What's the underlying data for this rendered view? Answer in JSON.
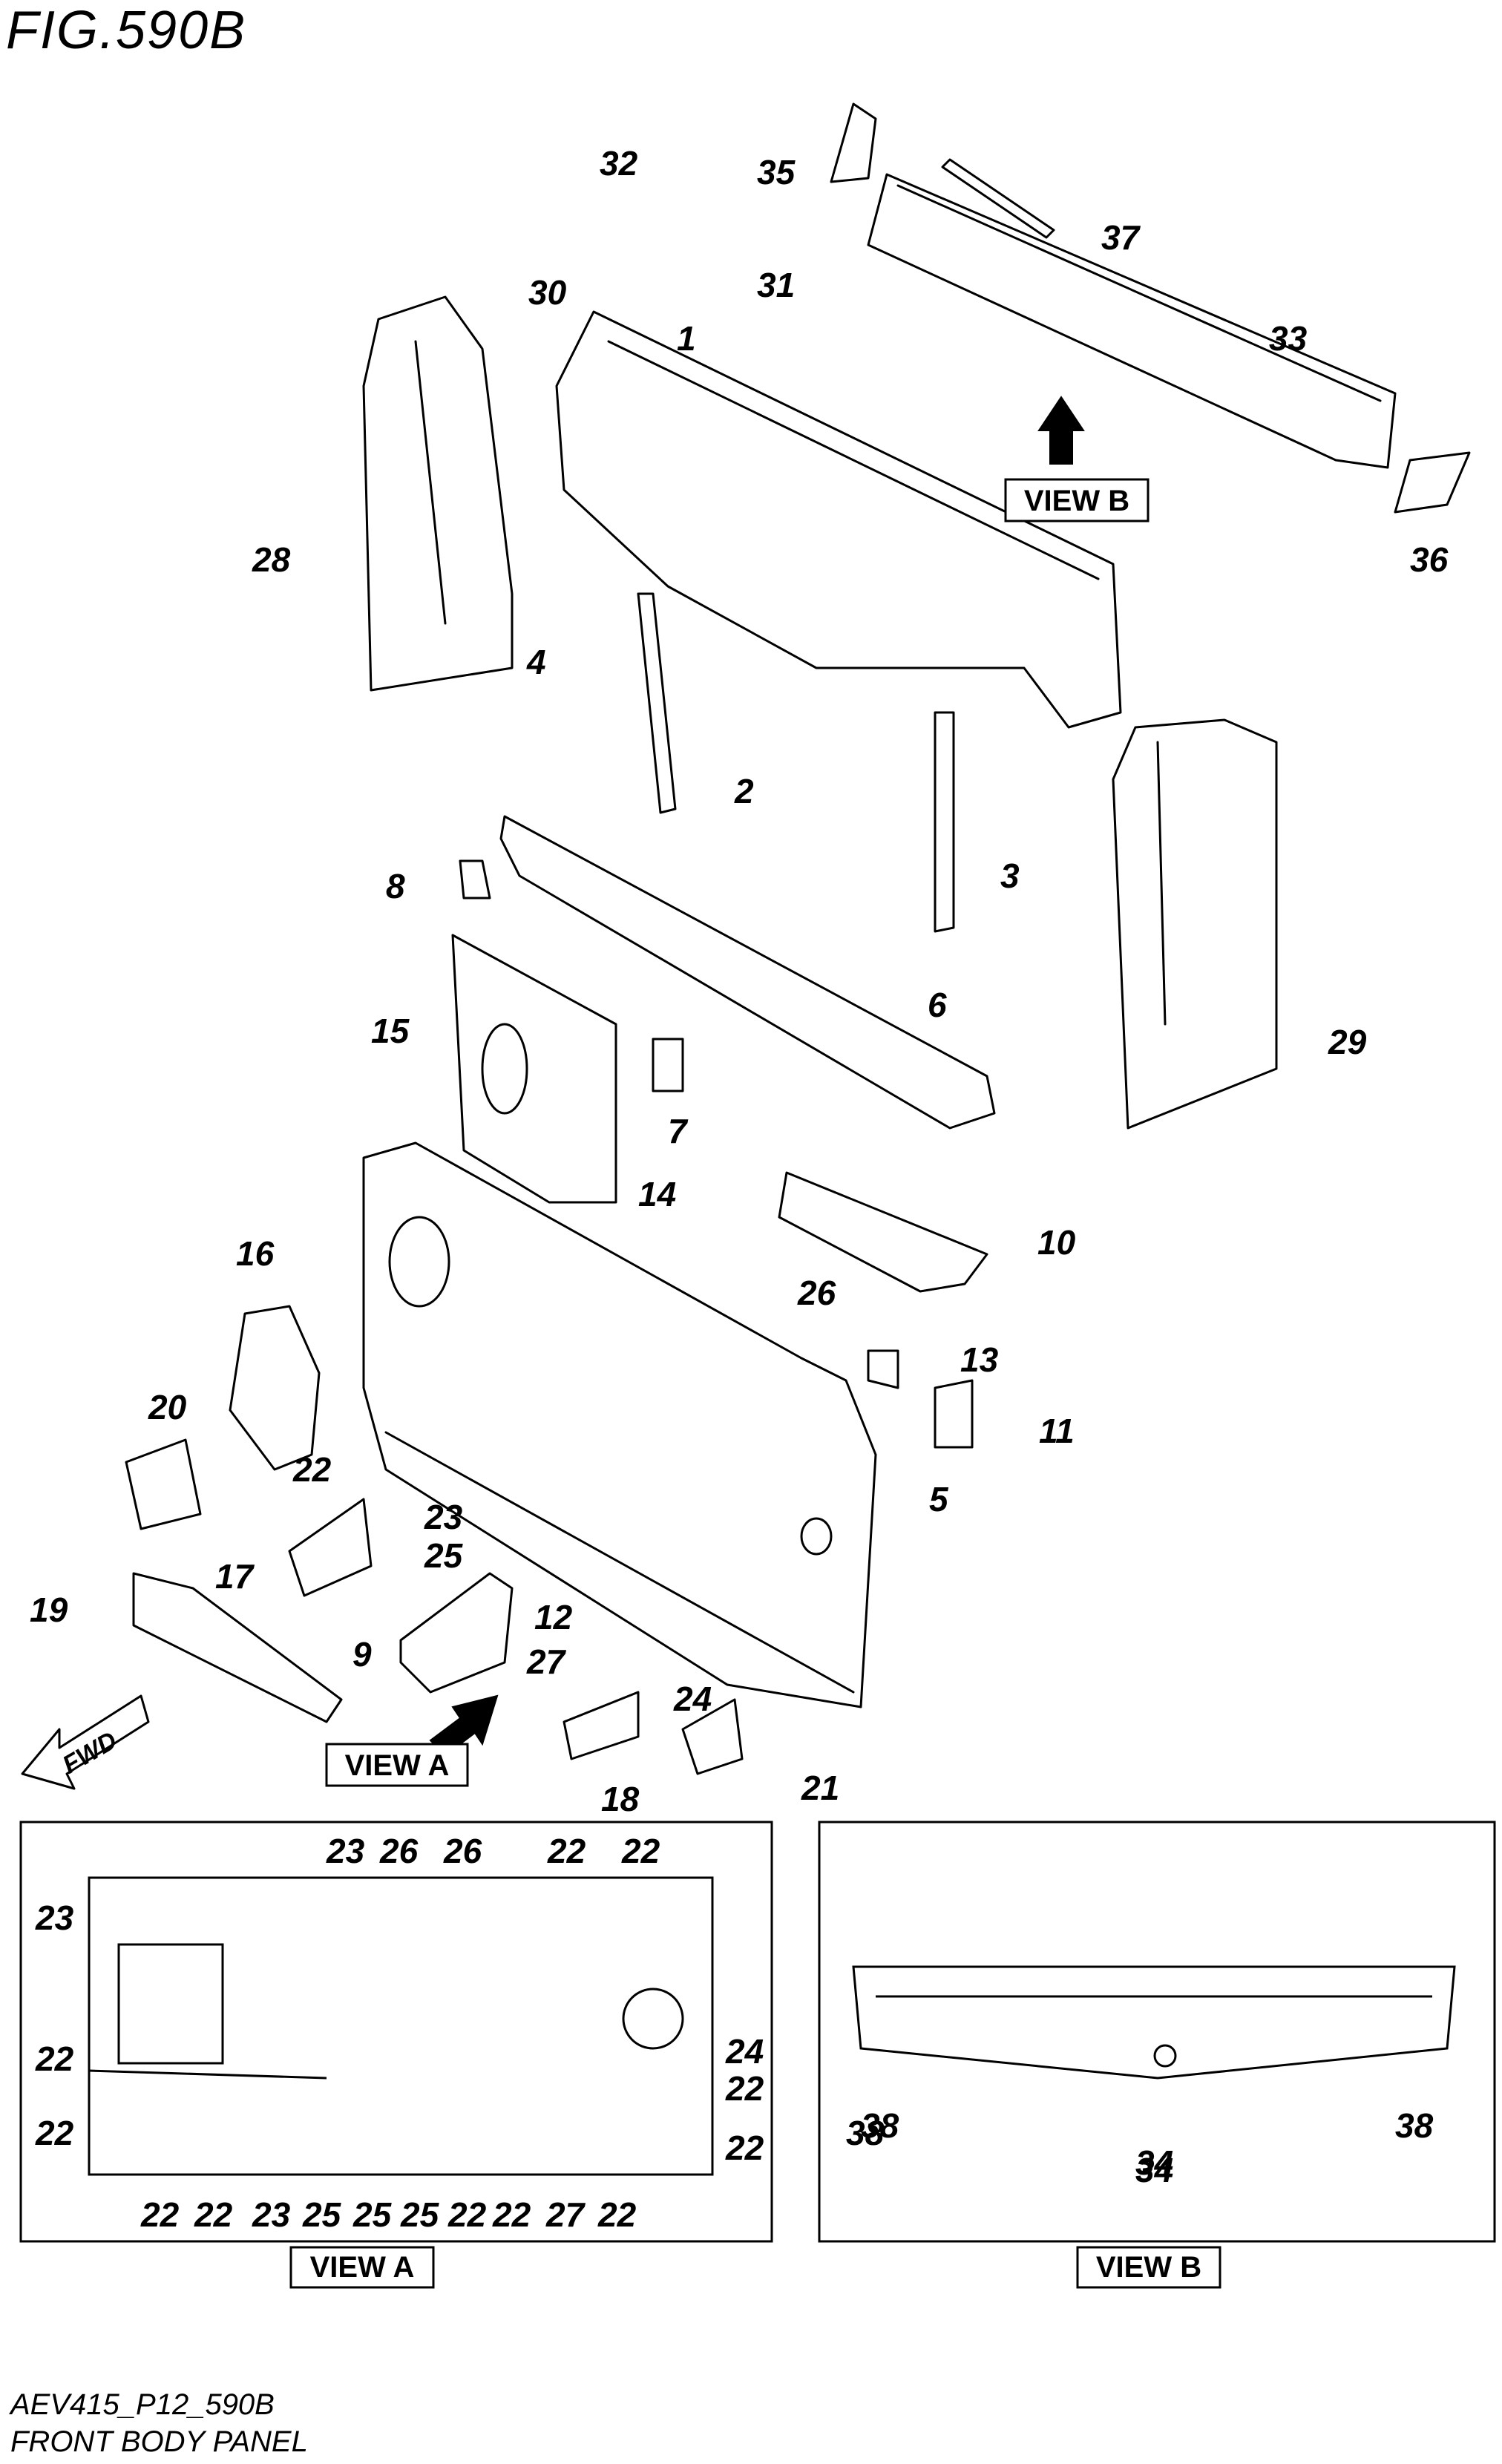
{
  "figure_title": "FIG.590B",
  "footer_code": "AEV415_P12_590B",
  "footer_name": "FRONT BODY PANEL",
  "fwd_label": "FWD",
  "view_labels": {
    "view_a": "VIEW A",
    "view_b": "VIEW B"
  },
  "part_callouts": [
    "1",
    "2",
    "3",
    "4",
    "5",
    "6",
    "7",
    "8",
    "9",
    "10",
    "11",
    "12",
    "13",
    "14",
    "15",
    "16",
    "17",
    "18",
    "19",
    "20",
    "21",
    "22",
    "23",
    "24",
    "25",
    "26",
    "27",
    "28",
    "29",
    "30",
    "31",
    "32",
    "33",
    "34",
    "35",
    "36",
    "37",
    "38"
  ],
  "view_a_callouts": [
    "23",
    "26",
    "26",
    "22",
    "22",
    "23",
    "22",
    "24",
    "22",
    "22",
    "22",
    "22",
    "22",
    "23",
    "25",
    "25",
    "25",
    "22",
    "22",
    "27",
    "22"
  ],
  "view_b_callouts": [
    "38",
    "34",
    "38"
  ]
}
